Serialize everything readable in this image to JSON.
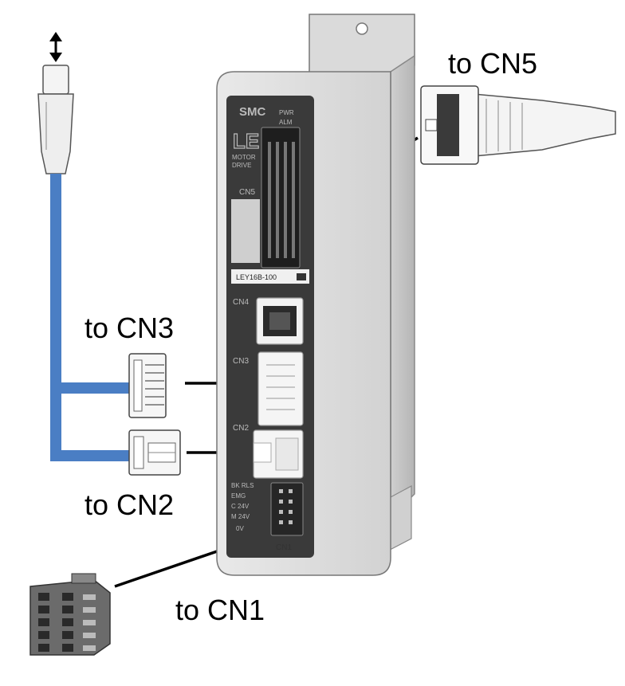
{
  "callouts": {
    "cn5": "to CN5",
    "cn3": "to CN3",
    "cn2": "to CN2",
    "cn1": "to CN1"
  },
  "driver": {
    "brand": "SMC",
    "logo": "LE",
    "motor_drive_line1": "MOTOR",
    "motor_drive_line2": "DRIVE",
    "led_pwr": "PWR",
    "led_alm": "ALM",
    "model_label": "LEY16B-100",
    "port_cn5": "CN5",
    "port_cn4": "CN4",
    "port_cn3": "CN3",
    "port_cn2": "CN2",
    "port_cn1": "CN1",
    "terminal_labels": [
      "BK RLS",
      "EMG",
      "C  24V",
      "M  24V",
      "0V"
    ]
  },
  "colors": {
    "cable": "#4a7ec4",
    "housing": "#e4e4e4",
    "panel": "#3a3a3a",
    "connector": "#f2f2f2",
    "terminal_block": "#6b6b6b"
  }
}
